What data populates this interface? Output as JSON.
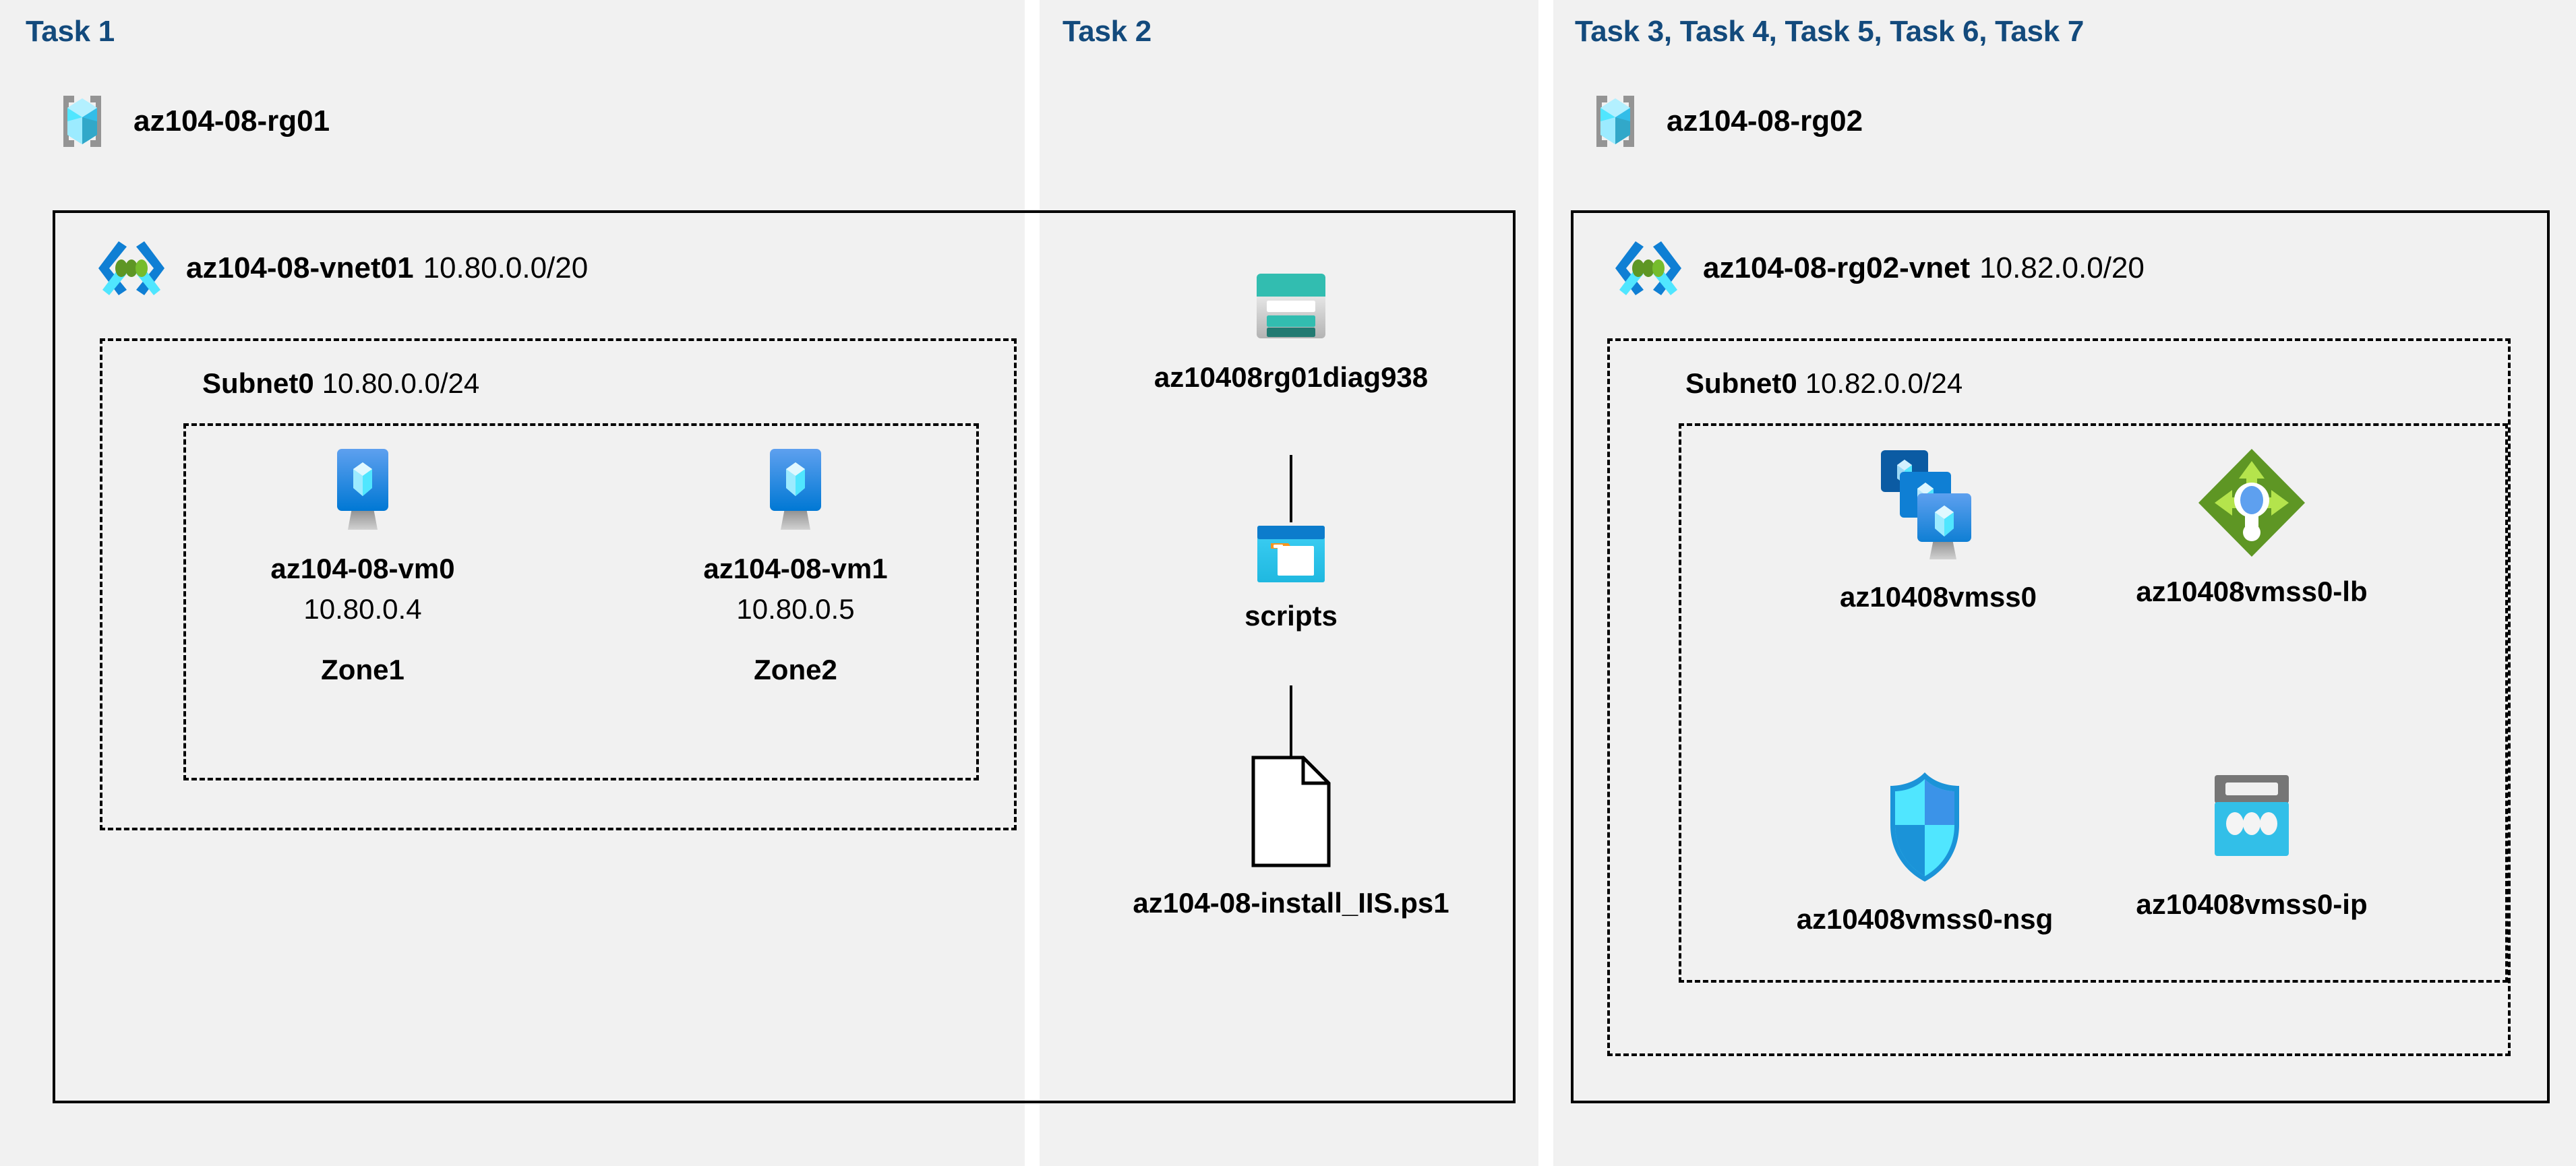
{
  "panels": [
    {
      "name": "task1-panel",
      "task_label": "Task 1"
    },
    {
      "name": "task2-panel",
      "task_label": "Task 2"
    },
    {
      "name": "task3to7-panel",
      "task_label": "Task 3, Task 4, Task 5, Task 6, Task 7"
    }
  ],
  "task1": {
    "task_label": "Task 1",
    "resource_group": "az104-08-rg01",
    "vnet": {
      "name": "az104-08-vnet01",
      "cidr": "10.80.0.0/20"
    },
    "subnet": {
      "name": "Subnet0",
      "cidr": "10.80.0.0/24"
    },
    "vms": [
      {
        "name": "az104-08-vm0",
        "ip": "10.80.0.4",
        "zone": "Zone1"
      },
      {
        "name": "az104-08-vm1",
        "ip": "10.80.0.5",
        "zone": "Zone2"
      }
    ]
  },
  "task2": {
    "task_label": "Task 2",
    "storage_account": "az10408rg01diag938",
    "container": "scripts",
    "file": "az104-08-install_IIS.ps1"
  },
  "task3to7": {
    "task_label": "Task 3, Task 4, Task 5, Task 6, Task 7",
    "resource_group": "az104-08-rg02",
    "vnet": {
      "name": "az104-08-rg02-vnet",
      "cidr": "10.82.0.0/20"
    },
    "subnet": {
      "name": "Subnet0",
      "cidr": "10.82.0.0/24"
    },
    "resources": [
      {
        "name": "az10408vmss0",
        "icon": "vm-scale-set-icon"
      },
      {
        "name": "az10408vmss0-lb",
        "icon": "load-balancer-icon"
      },
      {
        "name": "az10408vmss0-nsg",
        "icon": "network-security-group-icon"
      },
      {
        "name": "az10408vmss0-ip",
        "icon": "public-ip-address-icon"
      }
    ]
  },
  "colors": {
    "task_heading": "#134a7c",
    "panel_background": "#f1f1f1",
    "page_background": "#ffffff",
    "border": "#000000",
    "azure_blue": "#0078d4",
    "azure_cyan": "#50e6ff",
    "storage_teal": "#32bdb0",
    "lb_green": "#5e9624",
    "nsg_blue": "#32b0e7"
  }
}
